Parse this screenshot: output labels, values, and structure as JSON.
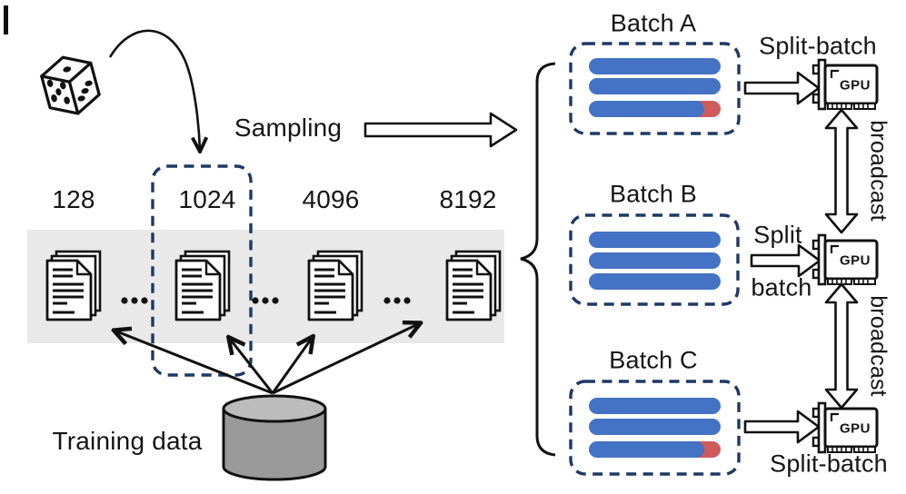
{
  "colors": {
    "ink": "#111111",
    "navy": "#1f3864",
    "blue": "#4472c4",
    "red": "#cf5b5b",
    "band": "#e9e9e9",
    "cylinder": "#9a9a9a",
    "cylinder_top": "#bcbcbc"
  },
  "sampling": {
    "label": "Sampling"
  },
  "dataset": {
    "sizes": [
      "128",
      "1024",
      "4096",
      "8192"
    ],
    "selected_size": "1024",
    "ellipsis": "...",
    "source_label": "Training data"
  },
  "batches": [
    {
      "name": "Batch A",
      "bars": [
        "full",
        "full",
        "partial-red"
      ]
    },
    {
      "name": "Batch B",
      "bars": [
        "full",
        "full",
        "full"
      ]
    },
    {
      "name": "Batch C",
      "bars": [
        "full",
        "full",
        "partial-red"
      ]
    }
  ],
  "split": {
    "top": "Split-batch",
    "middle_line1": "Split",
    "middle_line2": "batch",
    "bottom": "Split-batch"
  },
  "gpu": {
    "label": "GPU"
  },
  "broadcast": {
    "label": "broadcast"
  }
}
